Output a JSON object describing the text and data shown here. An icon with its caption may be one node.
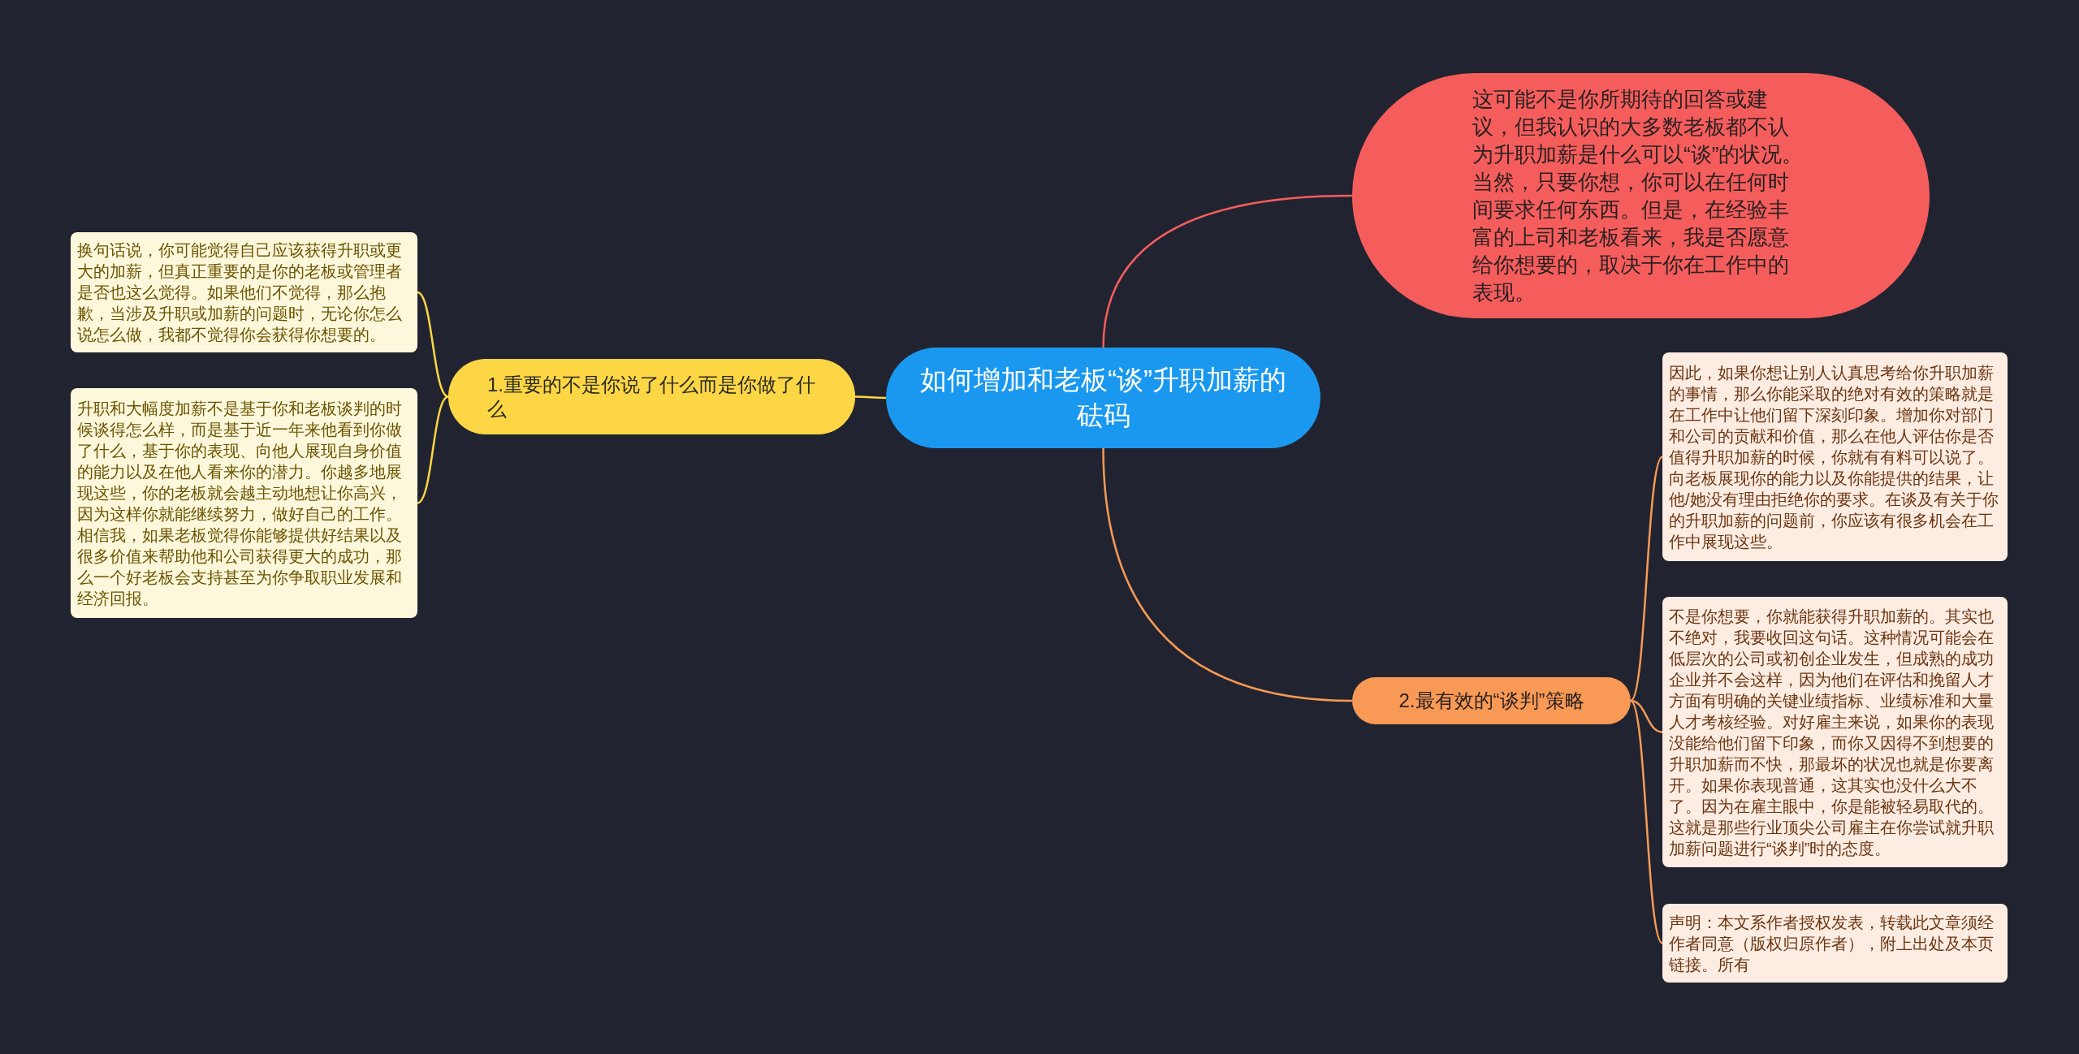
{
  "diagram": {
    "nodes": [
      {
        "text": [
          "如何增加和老板“谈”升职加薪的砝码"
        ]
      },
      {
        "text": [
          "这可能不是你所期待的回答或建议，但我认识的大多数老板都不认为升职加薪是什么可以“谈”的状况。当然，只要你想，你可以在任何时间要求任何东西。但是，在经验丰富的上司和老板看来，我是否愿意给你想要的，取决于你在工作中的表现。"
        ]
      },
      {
        "text": [
          "1.重要的不是你说了什么而是你做了什么"
        ]
      },
      {
        "text": [
          "换句话说，你可能觉得自己应该获得升职或更大的加薪，但真正重要的是你的老板或管理者是否也这么觉得。如果他们不觉得，那么抱歉，当涉及升职或加薪的问题时，无论你怎么说怎么做，我都不觉得你会获得你想要的。"
        ]
      },
      {
        "text": [
          "升职和大幅度加薪不是基于你和老板谈判的时候谈得怎么样，而是基于近一年来他看到你做了什么，基于你的表现、向他人展现自身价值的能力以及在他人看来你的潜力。你越多地展现这些，你的老板就会越主动地想让你高兴，因为这样你就能继续努力，做好自己的工作。相信我，如果老板觉得你能够提供好结果以及很多价值来帮助他和公司获得更大的成功，那么一个好老板会支持甚至为你争取职业发展和经济回报。"
        ]
      },
      {
        "text": [
          "2.最有效的“谈判”策略"
        ]
      },
      {
        "text": [
          "因此，如果你想让别人认真思考给你升职加薪的事情，那么你能采取的绝对有效的策略就是在工作中让他们留下深刻印象。增加你对部门和公司的贡献和价值，那么在他人评估你是否值得升职加薪的时候，你就有有料可以说了。向老板展现你的能力以及你能提供的结果，让他/她没有理由拒绝你的要求。在谈及有关于你的升职加薪的问题前，你应该有很多机会在工作中展现这些。"
        ]
      },
      {
        "text": [
          "不是你想要，你就能获得升职加薪的。其实也不绝对，我要收回这句话。这种情况可能会在低层次的公司或初创企业发生，但成熟的成功企业并不会这样，因为他们在评估和挽留人才方面有明确的关键业绩指标、业绩标准和大量人才考核经验。对好雇主来说，如果你的表现没能给他们留下印象，而你又因得不到想要的升职加薪而不快，那最坏的状况也就是你要离开。如果你表现普通，这其实也没什么大不了。因为在雇主眼中，你是能被轻易取代的。这就是那些行业顶尖公司雇主在你尝试就升职加薪问题进行“谈判”时的态度。"
        ]
      },
      {
        "text": [
          "声明：本文系作者授权发表，转载此文章须经作者同意（版权归原作者），附上出处及本页链接。所有"
        ]
      }
    ],
    "edges": [
      {
        "from": 0,
        "to": 1,
        "arrow": "none",
        "color": "#f55d5d"
      },
      {
        "from": 0,
        "to": 2,
        "arrow": "none",
        "color": "#fdd645"
      },
      {
        "from": 0,
        "to": 5,
        "arrow": "none",
        "color": "#f89a55"
      },
      {
        "from": 2,
        "to": 3,
        "arrow": "none",
        "color": "#fdd645"
      },
      {
        "from": 2,
        "to": 4,
        "arrow": "none",
        "color": "#fdd645"
      },
      {
        "from": 5,
        "to": 6,
        "arrow": "none",
        "color": "#f89a55"
      },
      {
        "from": 5,
        "to": 7,
        "arrow": "none",
        "color": "#f89a55"
      },
      {
        "from": 5,
        "to": 8,
        "arrow": "none",
        "color": "#f89a55"
      }
    ]
  }
}
